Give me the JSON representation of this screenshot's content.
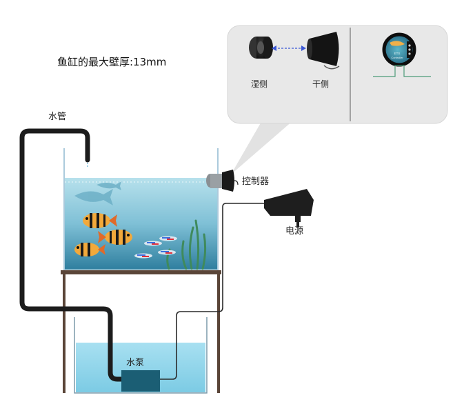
{
  "title": "鱼缸的最大壁厚:13mm",
  "labels": {
    "water_pipe": "水管",
    "controller": "控制器",
    "power": "电源",
    "pump": "水泵",
    "wet_side": "湿侧",
    "dry_side": "干侧"
  },
  "device_face": {
    "line1": "ETS",
    "line2": "Controller"
  },
  "colors": {
    "callout_bg": "#e8e8e8",
    "pipe": "#1c1c1c",
    "stand": "#5a4538",
    "tank_glass": "#8fb8d0",
    "aquarium_water": "#8ec9db",
    "reservoir_water": "#a5dcef",
    "pump": "#1b5e74",
    "cable": "#2a2a2a",
    "magnet_line": "#3a57d6",
    "sensor_line": "#4b9a78"
  }
}
